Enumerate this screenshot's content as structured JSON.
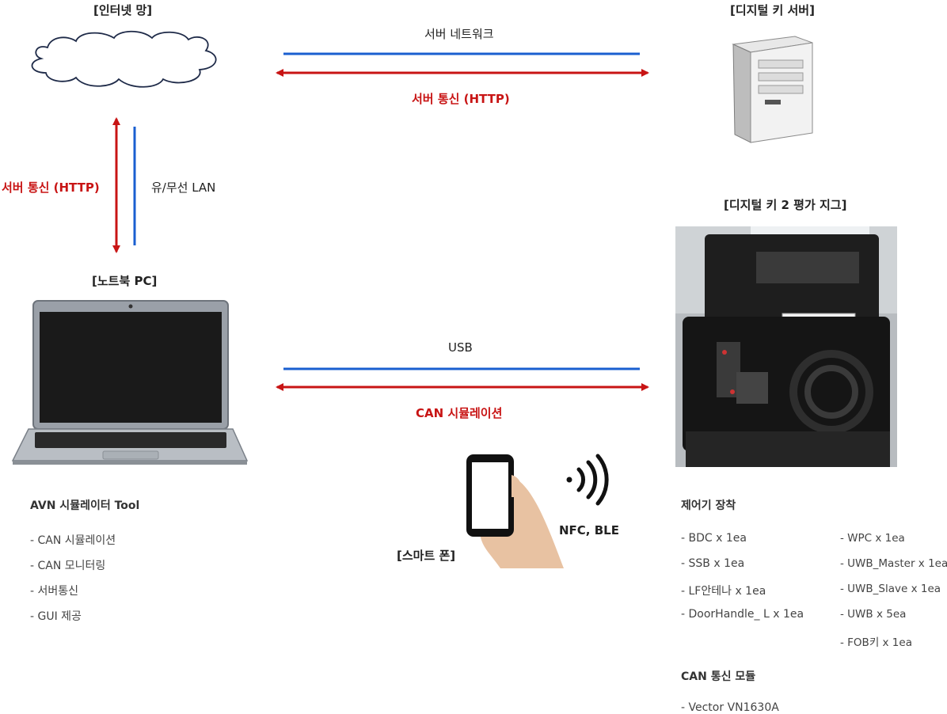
{
  "nodes": {
    "internet": "[인터넷 망]",
    "server": "[디지털 키 서버]",
    "laptop": "[노트북 PC]",
    "jig": "[디지털 키 2 평가 지그]",
    "phone": "[스마트 폰]"
  },
  "links": {
    "server_network": "서버 네트워크",
    "server_http_top": "서버 통신 (HTTP)",
    "server_http_left": "서버 통신 (HTTP)",
    "lan": "유/무선 LAN",
    "usb": "USB",
    "can_sim": "CAN 시뮬레이션",
    "nfc_ble": "NFC, BLE"
  },
  "avn": {
    "heading": "AVN 시뮬레이터 Tool",
    "items": [
      "- CAN 시뮬레이션",
      "- CAN 모니터링",
      "- 서버통신",
      "- GUI 제공"
    ]
  },
  "controllers": {
    "heading": "제어기 장착",
    "left": [
      "- BDC x 1ea",
      "- SSB x 1ea",
      "- LF안테나 x 1ea",
      "- DoorHandle_ L x 1ea"
    ],
    "right": [
      "- WPC x 1ea",
      "- UWB_Master x 1ea",
      "- UWB_Slave x 1ea",
      "- UWB x 5ea",
      "- FOB키 x 1ea"
    ]
  },
  "can_module": {
    "heading": "CAN 통신 모듈",
    "items": [
      "- Vector VN1630A"
    ]
  },
  "colors": {
    "red": "#c81414",
    "blue": "#1a5fd0"
  }
}
